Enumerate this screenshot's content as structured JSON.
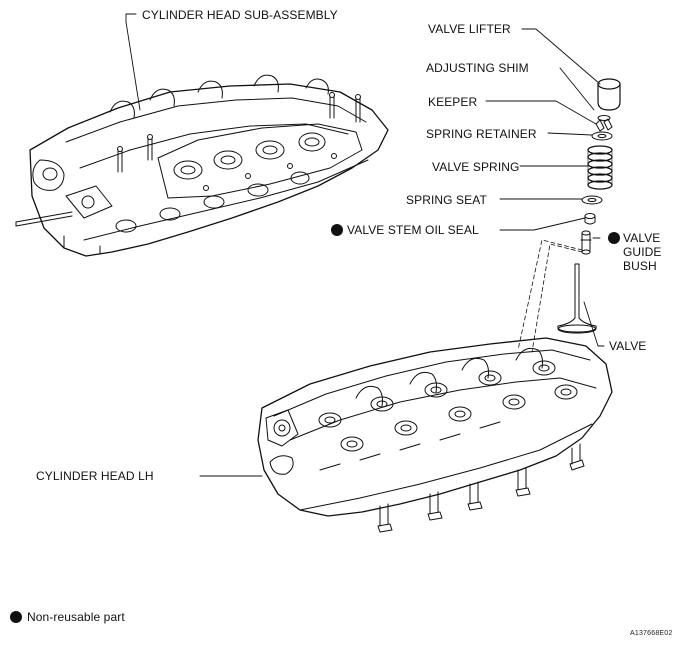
{
  "labels": {
    "cyl_head_sub": "CYLINDER HEAD SUB-ASSEMBLY",
    "valve_lifter": "VALVE LIFTER",
    "adjusting_shim": "ADJUSTING SHIM",
    "keeper": "KEEPER",
    "spring_retainer": "SPRING RETAINER",
    "valve_spring": "VALVE SPRING",
    "spring_seat": "SPRING SEAT",
    "valve_stem_oil_seal": "VALVE STEM OIL SEAL",
    "valve_guide_bush": "VALVE\nGUIDE\nBUSH",
    "valve": "VALVE",
    "cyl_head_lh": "CYLINDER HEAD LH"
  },
  "legend": {
    "non_reusable": "Non-reusable part"
  },
  "figure_code": "A137668E02",
  "colors": {
    "ink": "#111111",
    "background": "#ffffff"
  }
}
